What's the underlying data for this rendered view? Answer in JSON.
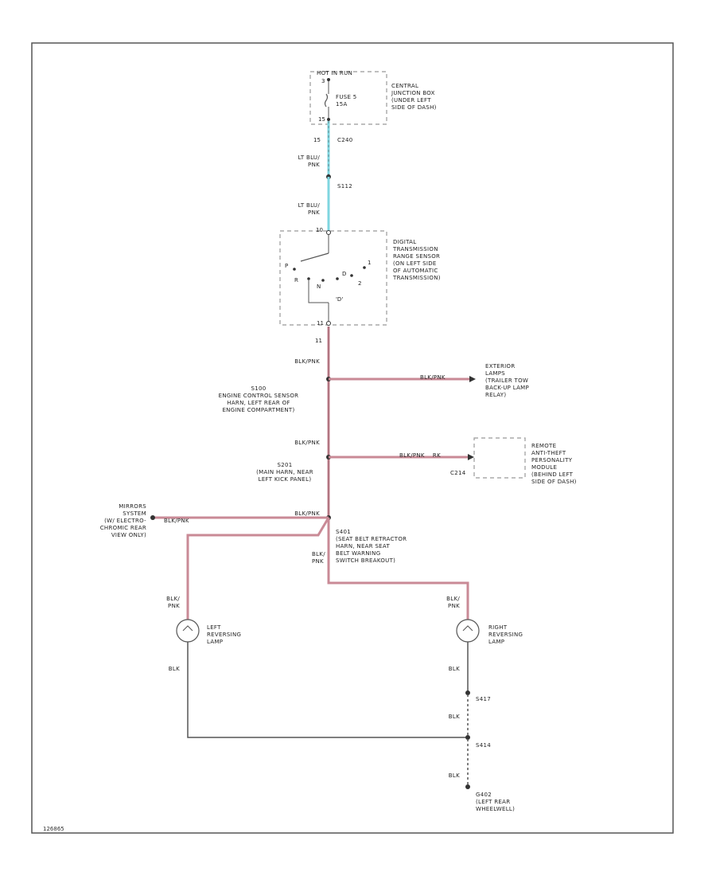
{
  "diagram": {
    "power_source": {
      "hot_label": "HOT IN RUN",
      "fuse": "FUSE 5\n15A",
      "pin_top": "3",
      "pin_bottom": "15",
      "box_label": "CENTRAL\nJUNCTION BOX\n(UNDER LEFT\nSIDE OF DASH)",
      "connector_pin": "15",
      "connector": "C240"
    },
    "wires": {
      "lt_blu_pnk_1": "LT BLU/\nPNK",
      "splice_s112": "S112",
      "lt_blu_pnk_2": "LT BLU/\nPNK",
      "blk_pnk_1": "BLK/PNK",
      "blk_pnk_2": "BLK/PNK",
      "blk_pnk_3": "BLK/PNK",
      "blk_pnk_4": "BLK/\nPNK",
      "blk_pnk_right": "BLK/\nPNK",
      "blk_pnk_left": "BLK/\nPNK",
      "blk_left": "BLK",
      "blk_right": "BLK",
      "blk_g1": "BLK",
      "blk_g2": "BLK",
      "branch_exterior": "BLK/PNK",
      "branch_remote": "BLK/PNK    RK",
      "branch_mirror": "BLK/PNK"
    },
    "sensor": {
      "pin_top": "10",
      "pin_bottom": "11",
      "connector_pin": "11",
      "label": "DIGITAL\nTRANSMISSION\nRANGE SENSOR\n(ON LEFT SIDE\nOF AUTOMATIC\nTRANSMISSION)",
      "positions": [
        "P",
        "R",
        "N",
        "D",
        "2",
        "1"
      ],
      "drive": "'D'"
    },
    "splices": {
      "s100": "S100\nENGINE CONTROL SENSOR\nHARN, LEFT REAR OF\nENGINE COMPARTMENT)",
      "s201": "S201\n(MAIN HARN, NEAR\nLEFT KICK PANEL)",
      "s401": "S401\n(SEAT BELT RETRACTOR\nHARN, NEAR SEAT\nBELT WARNING\nSWITCH BREAKOUT)"
    },
    "branches": {
      "exterior": "EXTERIOR\nLAMPS\n(TRAILER TOW\nBACK-UP LAMP\nRELAY)",
      "remote": "REMOTE\nANTI-THEFT\nPERSONALITY\nMODULE\n(BEHIND LEFT\nSIDE OF DASH)",
      "remote_connector": "C214",
      "mirror": "MIRRORS\nSYSTEM\n(W/ ELECTRO-\nCHROMIC REAR\nVIEW ONLY)"
    },
    "lamps": {
      "left": "LEFT\nREVERSING\nLAMP",
      "right": "RIGHT\nREVERSING\nLAMP"
    },
    "grounds": {
      "s417": "S417",
      "s414": "S414",
      "g400": "G402\n(LEFT REAR\nWHEELWELL)"
    },
    "footer": "126865",
    "colors": {
      "wire_pink": "#c98a96",
      "wire_blue": "#7fd6e0",
      "wire_black": "#333333",
      "border": "#444444"
    }
  }
}
